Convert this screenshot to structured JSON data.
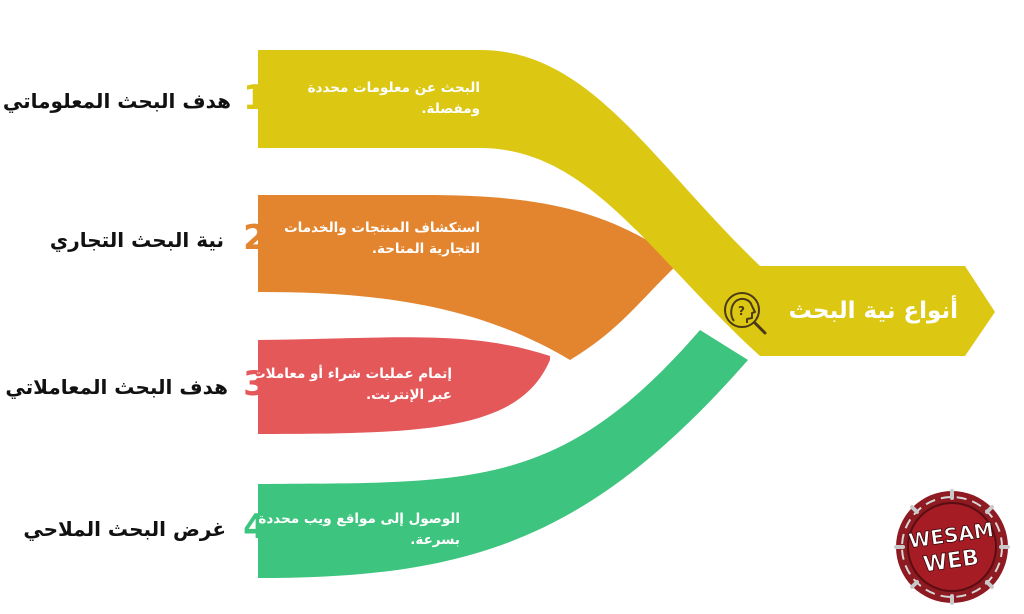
{
  "title": "أنواع نية البحث",
  "title_icon": "head-question-magnifier-icon",
  "colors": {
    "yellow": "#DCC813",
    "orange": "#E2852E",
    "red": "#E4585A",
    "green": "#3DC47E",
    "logo": "#A51C24"
  },
  "items": [
    {
      "number": "1",
      "label": "هدف البحث المعلوماتي",
      "description": "البحث عن معلومات محددة ومفصلة."
    },
    {
      "number": "2",
      "label": "نية البحث التجاري",
      "description": "استكشاف المنتجات والخدمات التجارية المتاحة."
    },
    {
      "number": "3",
      "label": "هدف البحث المعاملاتي",
      "description": "إتمام عمليات شراء أو معاملات عبر الإنترنت."
    },
    {
      "number": "4",
      "label": "غرض البحث الملاحي",
      "description": "الوصول إلى مواقع ويب محددة بسرعة."
    }
  ],
  "logo": {
    "line1": "WESAM",
    "line2": "WEB"
  }
}
